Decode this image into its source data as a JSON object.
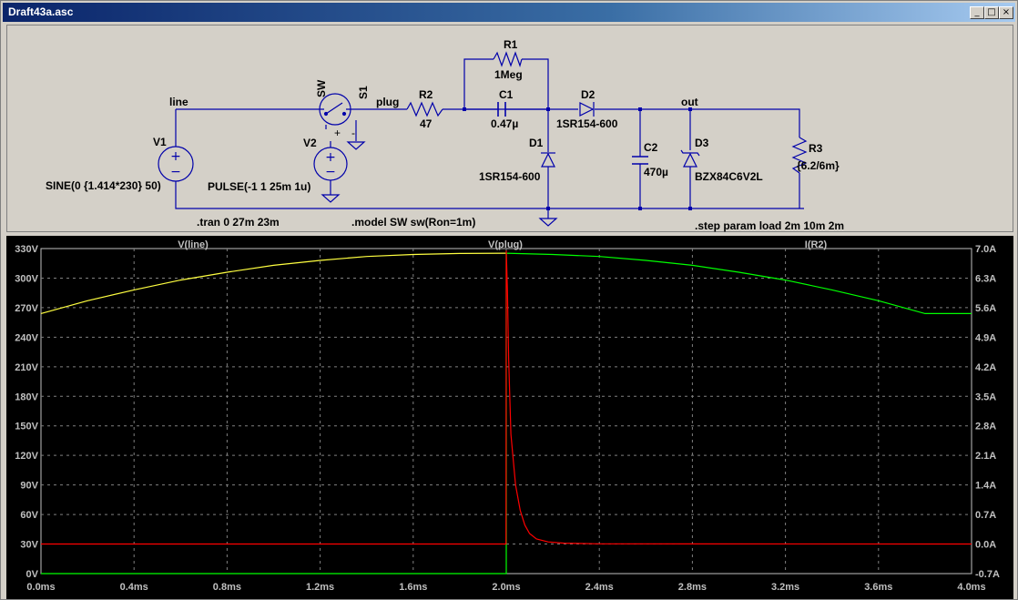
{
  "window": {
    "title": "Draft43a.asc",
    "buttons": {
      "minimize": "_",
      "maximize": "□",
      "close": "×"
    }
  },
  "schematic": {
    "nets": {
      "line": "line",
      "plug": "plug",
      "out": "out"
    },
    "components": {
      "V1": {
        "name": "V1",
        "value": "SINE(0 {1.414*230} 50)"
      },
      "V2": {
        "name": "V2",
        "value": "PULSE(-1 1 25m 1u)"
      },
      "S1": {
        "name": "S1",
        "model": "SW"
      },
      "R1": {
        "name": "R1",
        "value": "1Meg"
      },
      "R2": {
        "name": "R2",
        "value": "47"
      },
      "C1": {
        "name": "C1",
        "value": "0.47µ"
      },
      "D1": {
        "name": "D1",
        "value": "1SR154-600"
      },
      "D2": {
        "name": "D2",
        "value": "1SR154-600"
      },
      "C2": {
        "name": "C2",
        "value": "470µ"
      },
      "D3": {
        "name": "D3",
        "value": "BZX84C6V2L"
      },
      "R3": {
        "name": "R3",
        "value": "{6.2/6m}"
      }
    },
    "switch_ctrl": {
      "plus": "+",
      "minus": "-"
    },
    "directives": {
      "tran": ".tran 0 27m 23m",
      "model": ".model SW sw(Ron=1m)",
      "step": ".step param load 2m 10m 2m"
    }
  },
  "colors": {
    "vline": "#ffff40",
    "vplug": "#00ff00",
    "ir2": "#ff0000",
    "wire": "#0000aa",
    "grid": "#808080"
  },
  "chart_data": {
    "type": "line",
    "xlabel": "",
    "ylabel_left": "",
    "ylabel_right": "",
    "xlim": [
      0,
      4.0
    ],
    "ylim_left": [
      0,
      330
    ],
    "ylim_right": [
      -0.7,
      7.0
    ],
    "grid": true,
    "x_ticks": [
      "0.0ms",
      "0.4ms",
      "0.8ms",
      "1.2ms",
      "1.6ms",
      "2.0ms",
      "2.4ms",
      "2.8ms",
      "3.2ms",
      "3.6ms",
      "4.0ms"
    ],
    "y_left_ticks": [
      "0V",
      "30V",
      "60V",
      "90V",
      "120V",
      "150V",
      "180V",
      "210V",
      "240V",
      "270V",
      "300V",
      "330V"
    ],
    "y_right_ticks": [
      "-0.7A",
      "0.0A",
      "0.7A",
      "1.4A",
      "2.1A",
      "2.8A",
      "3.5A",
      "4.2A",
      "4.9A",
      "5.6A",
      "6.3A",
      "7.0A"
    ],
    "series": [
      {
        "name": "V(line)",
        "axis": "left",
        "color": "#ffff40",
        "x": [
          0,
          0.2,
          0.4,
          0.6,
          0.8,
          1.0,
          1.2,
          1.4,
          1.6,
          1.8,
          2.0
        ],
        "y": [
          264,
          277,
          288,
          298,
          306,
          313,
          318,
          322,
          324,
          325,
          325.3
        ]
      },
      {
        "name": "V(plug)",
        "axis": "left",
        "color": "#00ff00",
        "x": [
          0,
          1.999,
          2.0,
          2.0,
          2.2,
          2.4,
          2.6,
          2.8,
          3.0,
          3.2,
          3.4,
          3.6,
          3.8,
          4.0
        ],
        "y": [
          0,
          0,
          0,
          325.3,
          324,
          322,
          318,
          313,
          306,
          298,
          288,
          277,
          264,
          264
        ]
      },
      {
        "name": "I(R2)",
        "axis": "right",
        "color": "#ff0000",
        "x": [
          0,
          1.999,
          2.0,
          2.005,
          2.01,
          2.02,
          2.04,
          2.06,
          2.08,
          2.1,
          2.13,
          2.18,
          2.25,
          2.4,
          4.0
        ],
        "y": [
          0,
          0,
          6.95,
          6.0,
          4.4,
          2.6,
          1.4,
          0.8,
          0.45,
          0.25,
          0.12,
          0.05,
          0.02,
          0.005,
          0
        ]
      }
    ]
  }
}
